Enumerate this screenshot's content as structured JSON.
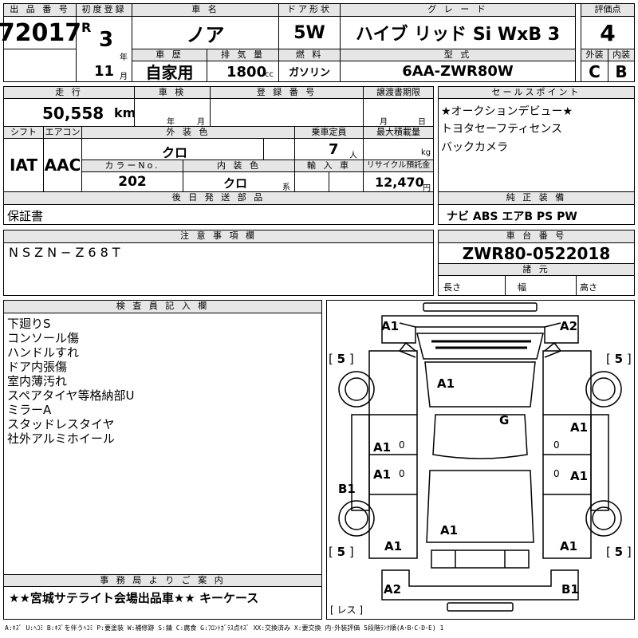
{
  "header": {
    "lot_label": "出 品 番 号",
    "lot_number": "72017",
    "first_reg_label": "初度登録",
    "era": "R",
    "year_num": "3",
    "year_unit": "年",
    "month_num": "11",
    "month_unit": "月",
    "name_label": "車 名",
    "car_name": "ノア",
    "door_label": "ドア形状",
    "door_value": "5W",
    "grade_label": "グ レ ー ド",
    "grade_value": "ハイブ リッド Si WxB 3",
    "score_label": "評価点",
    "score_value": "4",
    "history_label": "車 歴",
    "history_value": "自家用",
    "displacement_label": "排 気 量",
    "displacement_value": "1800",
    "displacement_unit": "cc",
    "fuel_label": "燃 料",
    "fuel_value": "ガソリン",
    "model_label": "型 式",
    "model_value": "6AA-ZWR80W",
    "ext_label": "外装",
    "ext_value": "C",
    "int_label": "内装",
    "int_value": "B"
  },
  "row2": {
    "mileage_label": "走 行",
    "mileage_value": "50,558",
    "mileage_unit": "km",
    "inspection_label": "車 検",
    "insp_year_unit": "年",
    "insp_month_unit": "月",
    "regno_label": "登 録 番 号",
    "transfer_label": "譲渡書期限",
    "transfer_month_unit": "月",
    "transfer_day_unit": "日",
    "shift_label": "シフト",
    "shift_value": "IAT",
    "ac_label": "エアコン",
    "ac_value": "AAC",
    "color_label": "外 装 色",
    "color_value": "クロ",
    "seats_label": "乗車定員",
    "seats_value": "7",
    "seats_unit": "人",
    "load_label": "最大積載量",
    "load_unit": "kg",
    "colorno_label": "カラーNo.",
    "colorno_value": "202",
    "intcolor_label": "内 装 色",
    "intcolor_value": "クロ",
    "intcolor_unit": "系",
    "import_label": "輸 入 車",
    "recycle_label": "リサイクル預託金",
    "recycle_value": "12,470",
    "recycle_unit": "円",
    "later_label": "後 日 発 送 部 品",
    "later_value": "保証書"
  },
  "sales": {
    "label": "セールスポイント",
    "lines": [
      "★オークションデビュー★",
      "トヨタセーフティセンス",
      "バックカメラ"
    ]
  },
  "equipment": {
    "label": "純 正 装 備",
    "value": "ナビ ABS エアB PS PW"
  },
  "notes": {
    "label": "注 意 事 項 欄",
    "value": "NSZN−Z68T"
  },
  "chassis": {
    "label": "車 台 番 号",
    "value": "ZWR80-0522018",
    "spec_label": "諸 元",
    "length_label": "長さ",
    "width_label": "幅",
    "height_label": "高さ"
  },
  "inspector": {
    "label": "検 査 員 記 入 欄",
    "lines": [
      "下廻りS",
      "コンソール傷",
      "ハンドルすれ",
      "ドア内張傷",
      "室内薄汚れ",
      "スペアタイヤ等格納部U",
      "ミラーA",
      "スタッドレスタイヤ",
      "社外アルミホイール"
    ]
  },
  "office": {
    "label": "事 務 局 よ り ご 案 内",
    "value": "★★宮城サテライト会場出品車★★ キーケース"
  },
  "diagram": {
    "tl": "A1",
    "tr": "A2",
    "windshield": "A1",
    "roof": "G",
    "lf": "A1",
    "lr": "A1",
    "rf": "A1",
    "rr": "A1",
    "lrocker": "B1",
    "rear_window": "A1",
    "lqtr": "A1",
    "rqtr": "A1",
    "bl": "A2",
    "br": "B1",
    "tire_tl": "5",
    "tire_tr": "5",
    "tire_bl": "5",
    "tire_br": "5",
    "spare": "レス",
    "zero": "0"
  },
  "legend": "A:ｷｽﾞ U:ﾍｺﾐ B:ｷｽﾞを伴うﾍｺﾐ P:要塗装 W:補修跡 S:錆 C:腐食 G:ﾌﾛﾝﾄｶﾞﾗｽ点ｷｽﾞ XX:交換済み X:要交換 内･外装評価 5段階ﾗﾝｸ順(A･B･C･D･E) 1"
}
